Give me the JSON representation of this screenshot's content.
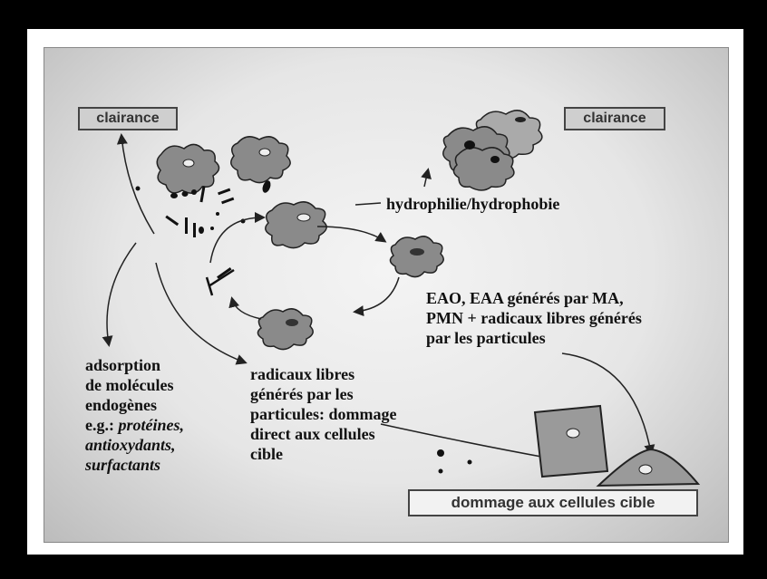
{
  "labels": {
    "clairance_left": "clairance",
    "clairance_right": "clairance",
    "hydro": "hydrophilie/hydrophobie",
    "eao_lines": [
      "EAO, EAA générés par MA,",
      "PMN + radicaux libres générés",
      "par les particules"
    ],
    "adsorption_lines": [
      "adsorption",
      "de molécules",
      "endogènes"
    ],
    "adsorption_eg": "e.g.:",
    "adsorption_italic_1": "protéines,",
    "adsorption_italic_2": "antioxydants,",
    "adsorption_italic_3": "surfactants",
    "radicaux_lines": [
      "radicaux libres",
      "générés par les",
      "particules: dommage",
      "direct aux cellules",
      "cible"
    ],
    "dommage": "dommage aux cellules cible"
  },
  "colors": {
    "cell_fill": "#8a8a8a",
    "cell_stroke": "#222222",
    "box_fill": "#cfcfcf",
    "target_fill": "#9a9a9a"
  }
}
